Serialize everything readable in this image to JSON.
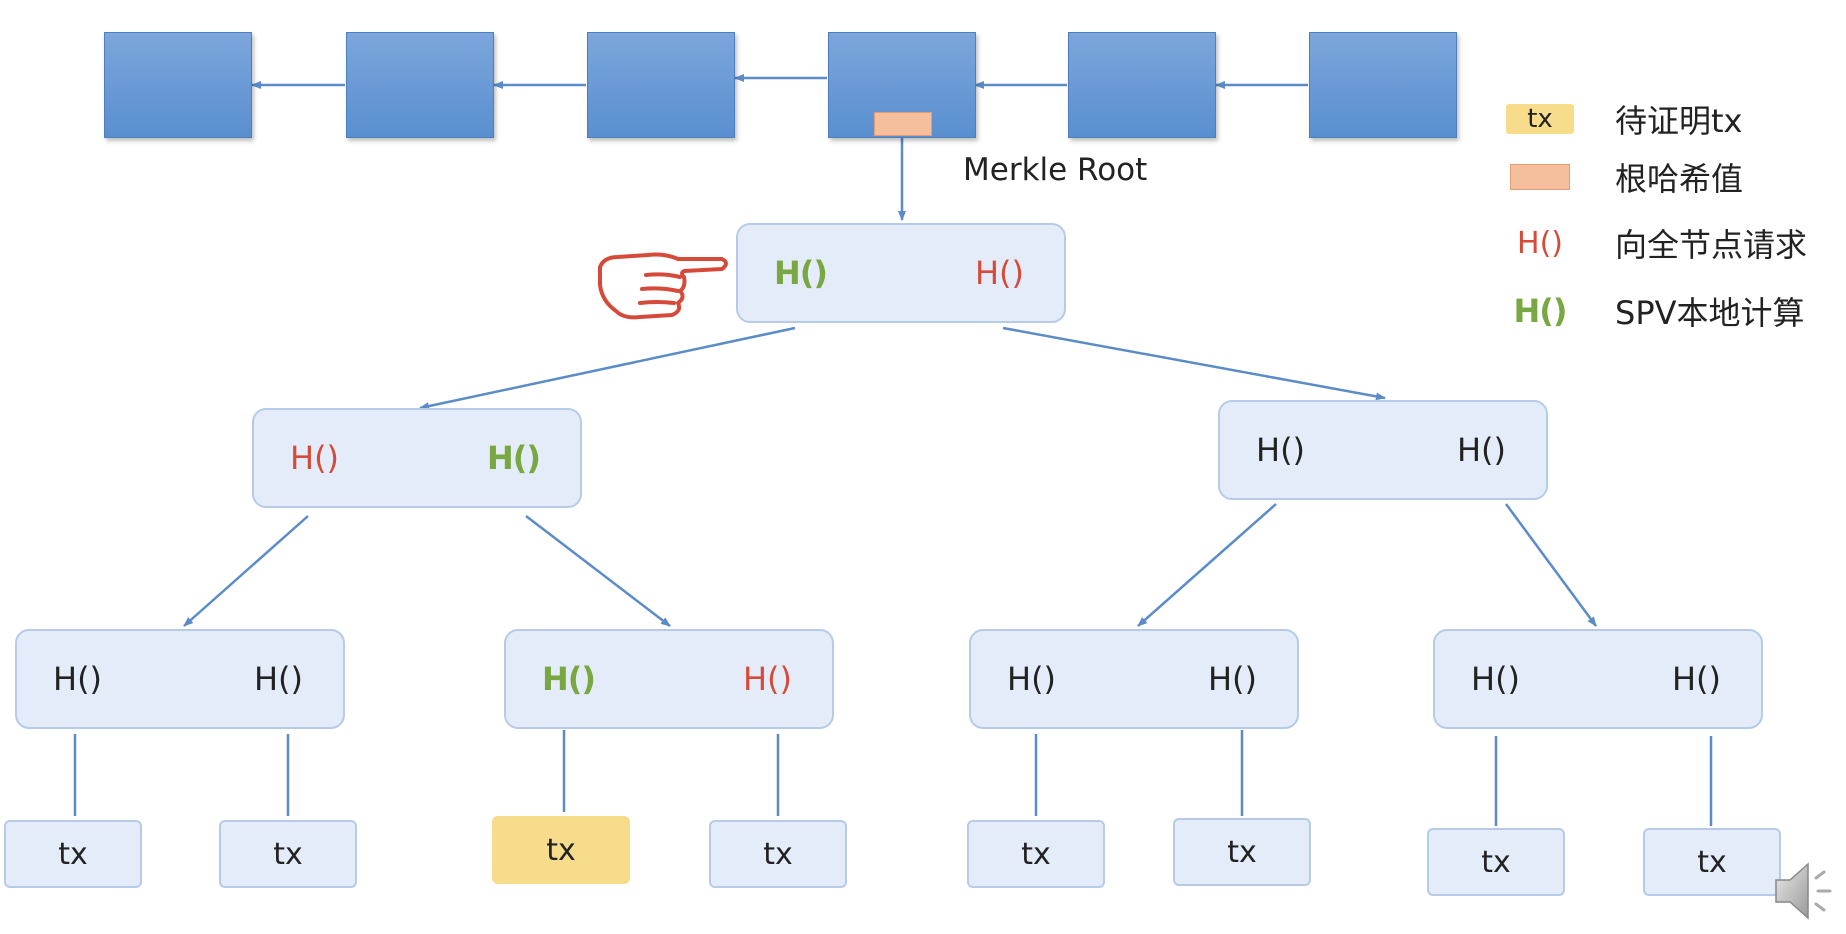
{
  "blockchain": {
    "root_label": "Merkle Root"
  },
  "tree": {
    "root": {
      "left": "H()",
      "right": "H()"
    },
    "level1": [
      {
        "left": "H()",
        "right": "H()"
      },
      {
        "left": "H()",
        "right": "H()"
      }
    ],
    "level2": [
      {
        "left": "H()",
        "right": "H()"
      },
      {
        "left": "H()",
        "right": "H()"
      },
      {
        "left": "H()",
        "right": "H()"
      },
      {
        "left": "H()",
        "right": "H()"
      }
    ],
    "leaves": [
      "tx",
      "tx",
      "tx",
      "tx",
      "tx",
      "tx",
      "tx",
      "tx"
    ]
  },
  "legend": {
    "tx_key": "tx",
    "tx_text": "待证明tx",
    "root_text": "根哈希值",
    "red_key": "H()",
    "red_text": "向全节点请求",
    "green_key": "H()",
    "green_text": "SPV本地计算"
  },
  "colors": {
    "request_red": "#d64a3a",
    "local_green": "#79a843",
    "target_tx": "#f7dc8c",
    "root_hash": "#f5bf9e",
    "block_blue": "#5a8fcf",
    "node_fill": "#e3ecf8"
  },
  "icons": {
    "pointer": "pointing-hand-icon",
    "audio": "speaker-icon"
  }
}
